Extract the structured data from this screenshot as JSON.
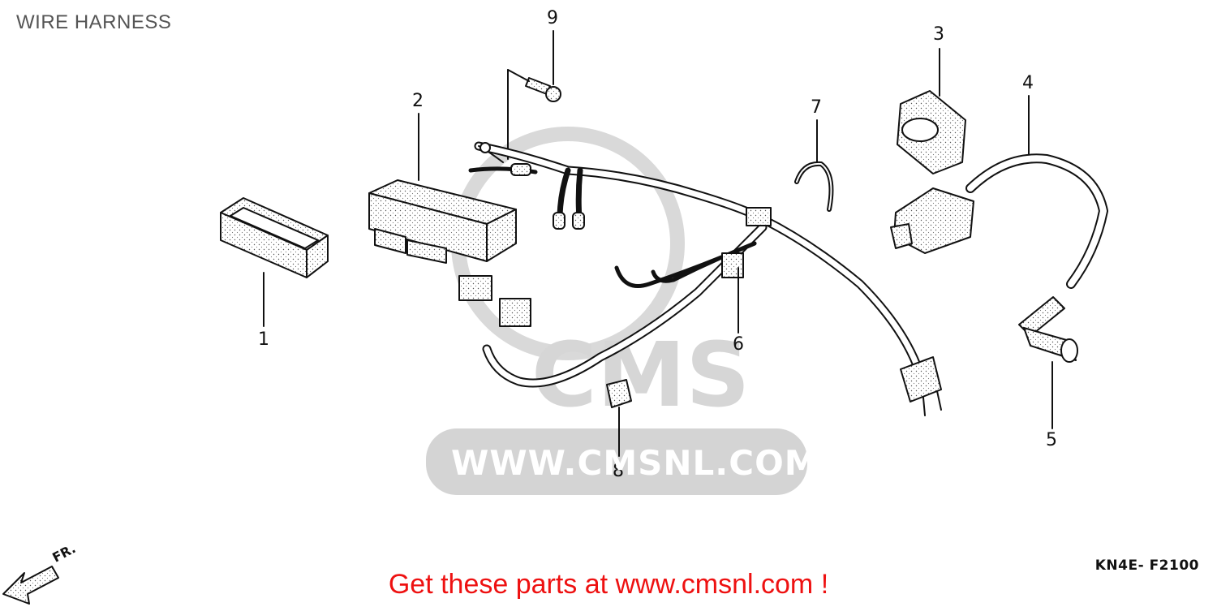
{
  "title": "WIRE HARNESS",
  "diagram_code": "KN4E- F2100",
  "promo_text": "Get these parts at www.cmsnl.com !",
  "front_marker": "FR.",
  "watermark_url": "WWW.CMSNL.COM",
  "watermark_logo": "CMS",
  "callouts": [
    "1",
    "2",
    "3",
    "4",
    "5",
    "6",
    "7",
    "8",
    "9"
  ],
  "colors": {
    "line": "#111111",
    "promo": "#ee1111",
    "watermark": "#d4d4d4"
  }
}
